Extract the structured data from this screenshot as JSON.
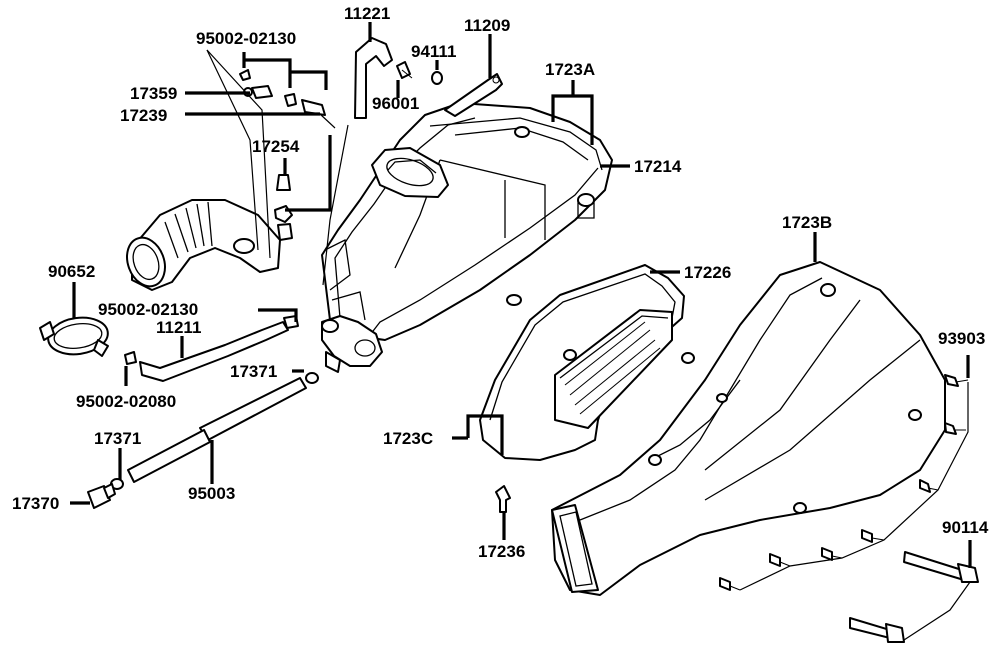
{
  "diagram": {
    "labels": {
      "l95002_02130_top": "95002-02130",
      "l11221": "11221",
      "l11209": "11209",
      "l94111": "94111",
      "l96001": "96001",
      "l1723A": "1723A",
      "l17359": "17359",
      "l17239": "17239",
      "l17254": "17254",
      "l17214": "17214",
      "l1723B": "1723B",
      "l90652": "90652",
      "l17226": "17226",
      "l95002_02130_mid": "95002-02130",
      "l11211": "11211",
      "l93903": "93903",
      "l17371_mid": "17371",
      "l95002_02080": "95002-02080",
      "l1723C": "1723C",
      "l17371_low": "17371",
      "l95003": "95003",
      "l17370": "17370",
      "l90114": "90114",
      "l17236": "17236"
    }
  }
}
